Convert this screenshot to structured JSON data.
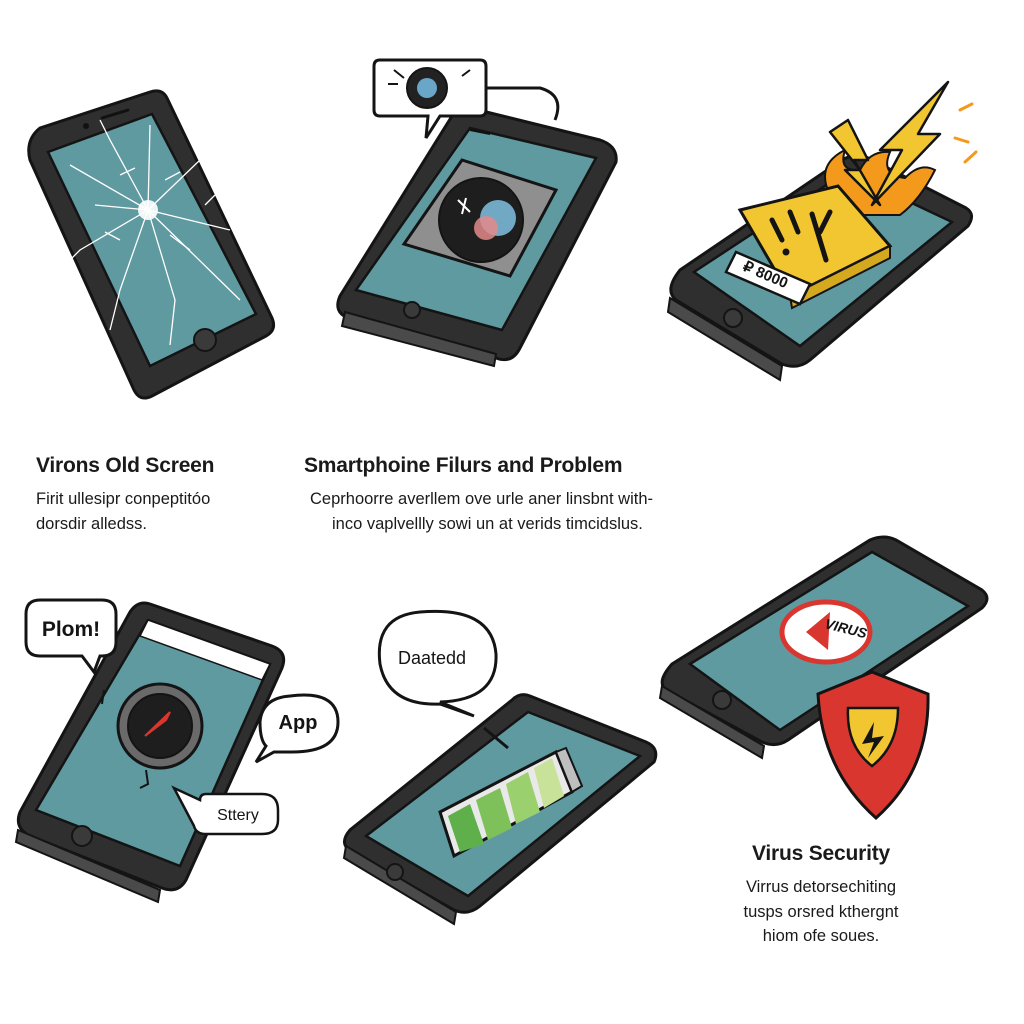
{
  "captions": {
    "old_screen": {
      "title": "Virons Old Screen",
      "lines": [
        "Firit ullesipr conpeptitóo",
        "dorsdir alledss."
      ]
    },
    "failures": {
      "title": "Smartphoine Filurs and Problem",
      "lines": [
        "Ceprhoorre averllem ove urle aner linsbnt with-",
        "inco vaplvellly sowi un at verids timcidslus."
      ]
    },
    "virus": {
      "title": "Virus Security",
      "lines": [
        "Virrus detorsechiting",
        "tusps orsred kthergnt",
        "hiom ofe soues."
      ]
    }
  },
  "bubbles": {
    "plom": "Plom!",
    "app": "App",
    "sttery": "Sttery",
    "dated": "Daatedd"
  },
  "labels": {
    "price_tag": "₽ 8000",
    "virus_badge": "VIRUS"
  },
  "colors": {
    "screen": "#5f9aa1",
    "phone_body": "#2f2f2f",
    "warning_yellow": "#f2c630",
    "bolt_orange": "#f39a1c",
    "shield_red": "#d9362f",
    "battery_green": "#5fb04a",
    "outline": "#141414"
  },
  "icons": [
    "cracked-screen-icon",
    "camera-icon",
    "lightning-bolt-icon",
    "warning-icon",
    "compass-icon",
    "battery-icon",
    "virus-warning-icon",
    "shield-icon"
  ]
}
